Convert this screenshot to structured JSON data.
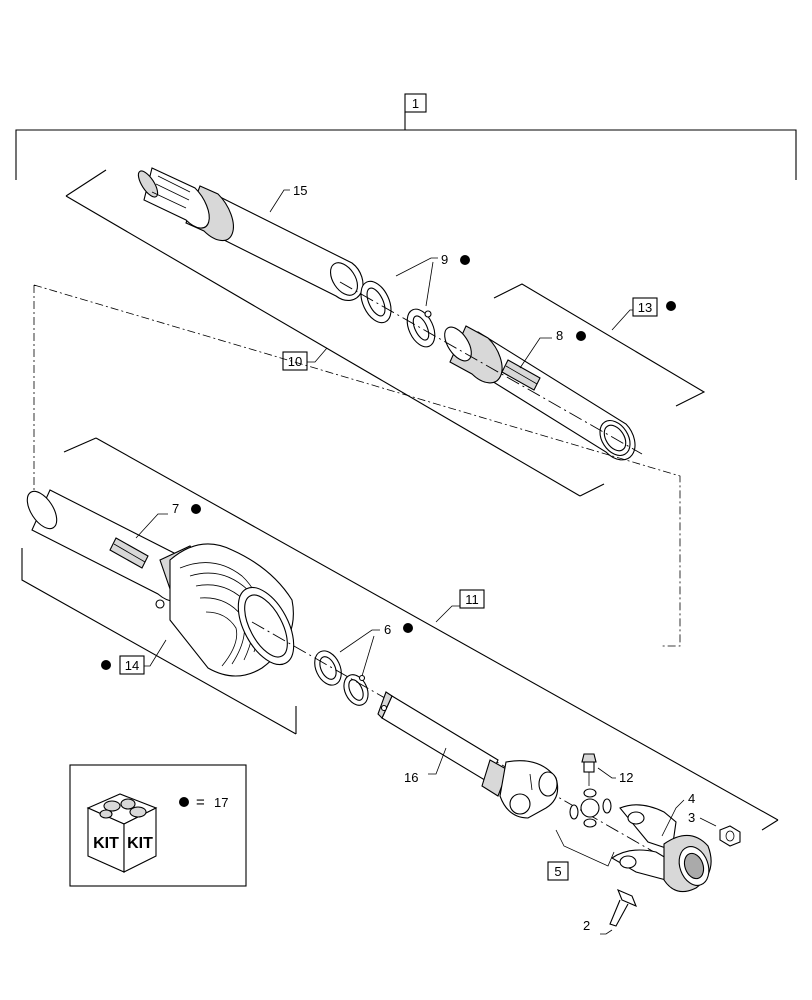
{
  "callouts": {
    "c1": "1",
    "c2": "2",
    "c3": "3",
    "c4": "4",
    "c5": "5",
    "c6": "6",
    "c7": "7",
    "c8": "8",
    "c9": "9",
    "c10": "10",
    "c11": "11",
    "c12": "12",
    "c13": "13",
    "c14": "14",
    "c15": "15",
    "c16": "16"
  },
  "kit": {
    "box_text_left": "KIT",
    "box_text_right": "KIT",
    "legend_equals": "=",
    "legend_ref": "17"
  },
  "colors": {
    "line": "#000000",
    "shade": "#d8d8d8",
    "background": "#ffffff"
  }
}
